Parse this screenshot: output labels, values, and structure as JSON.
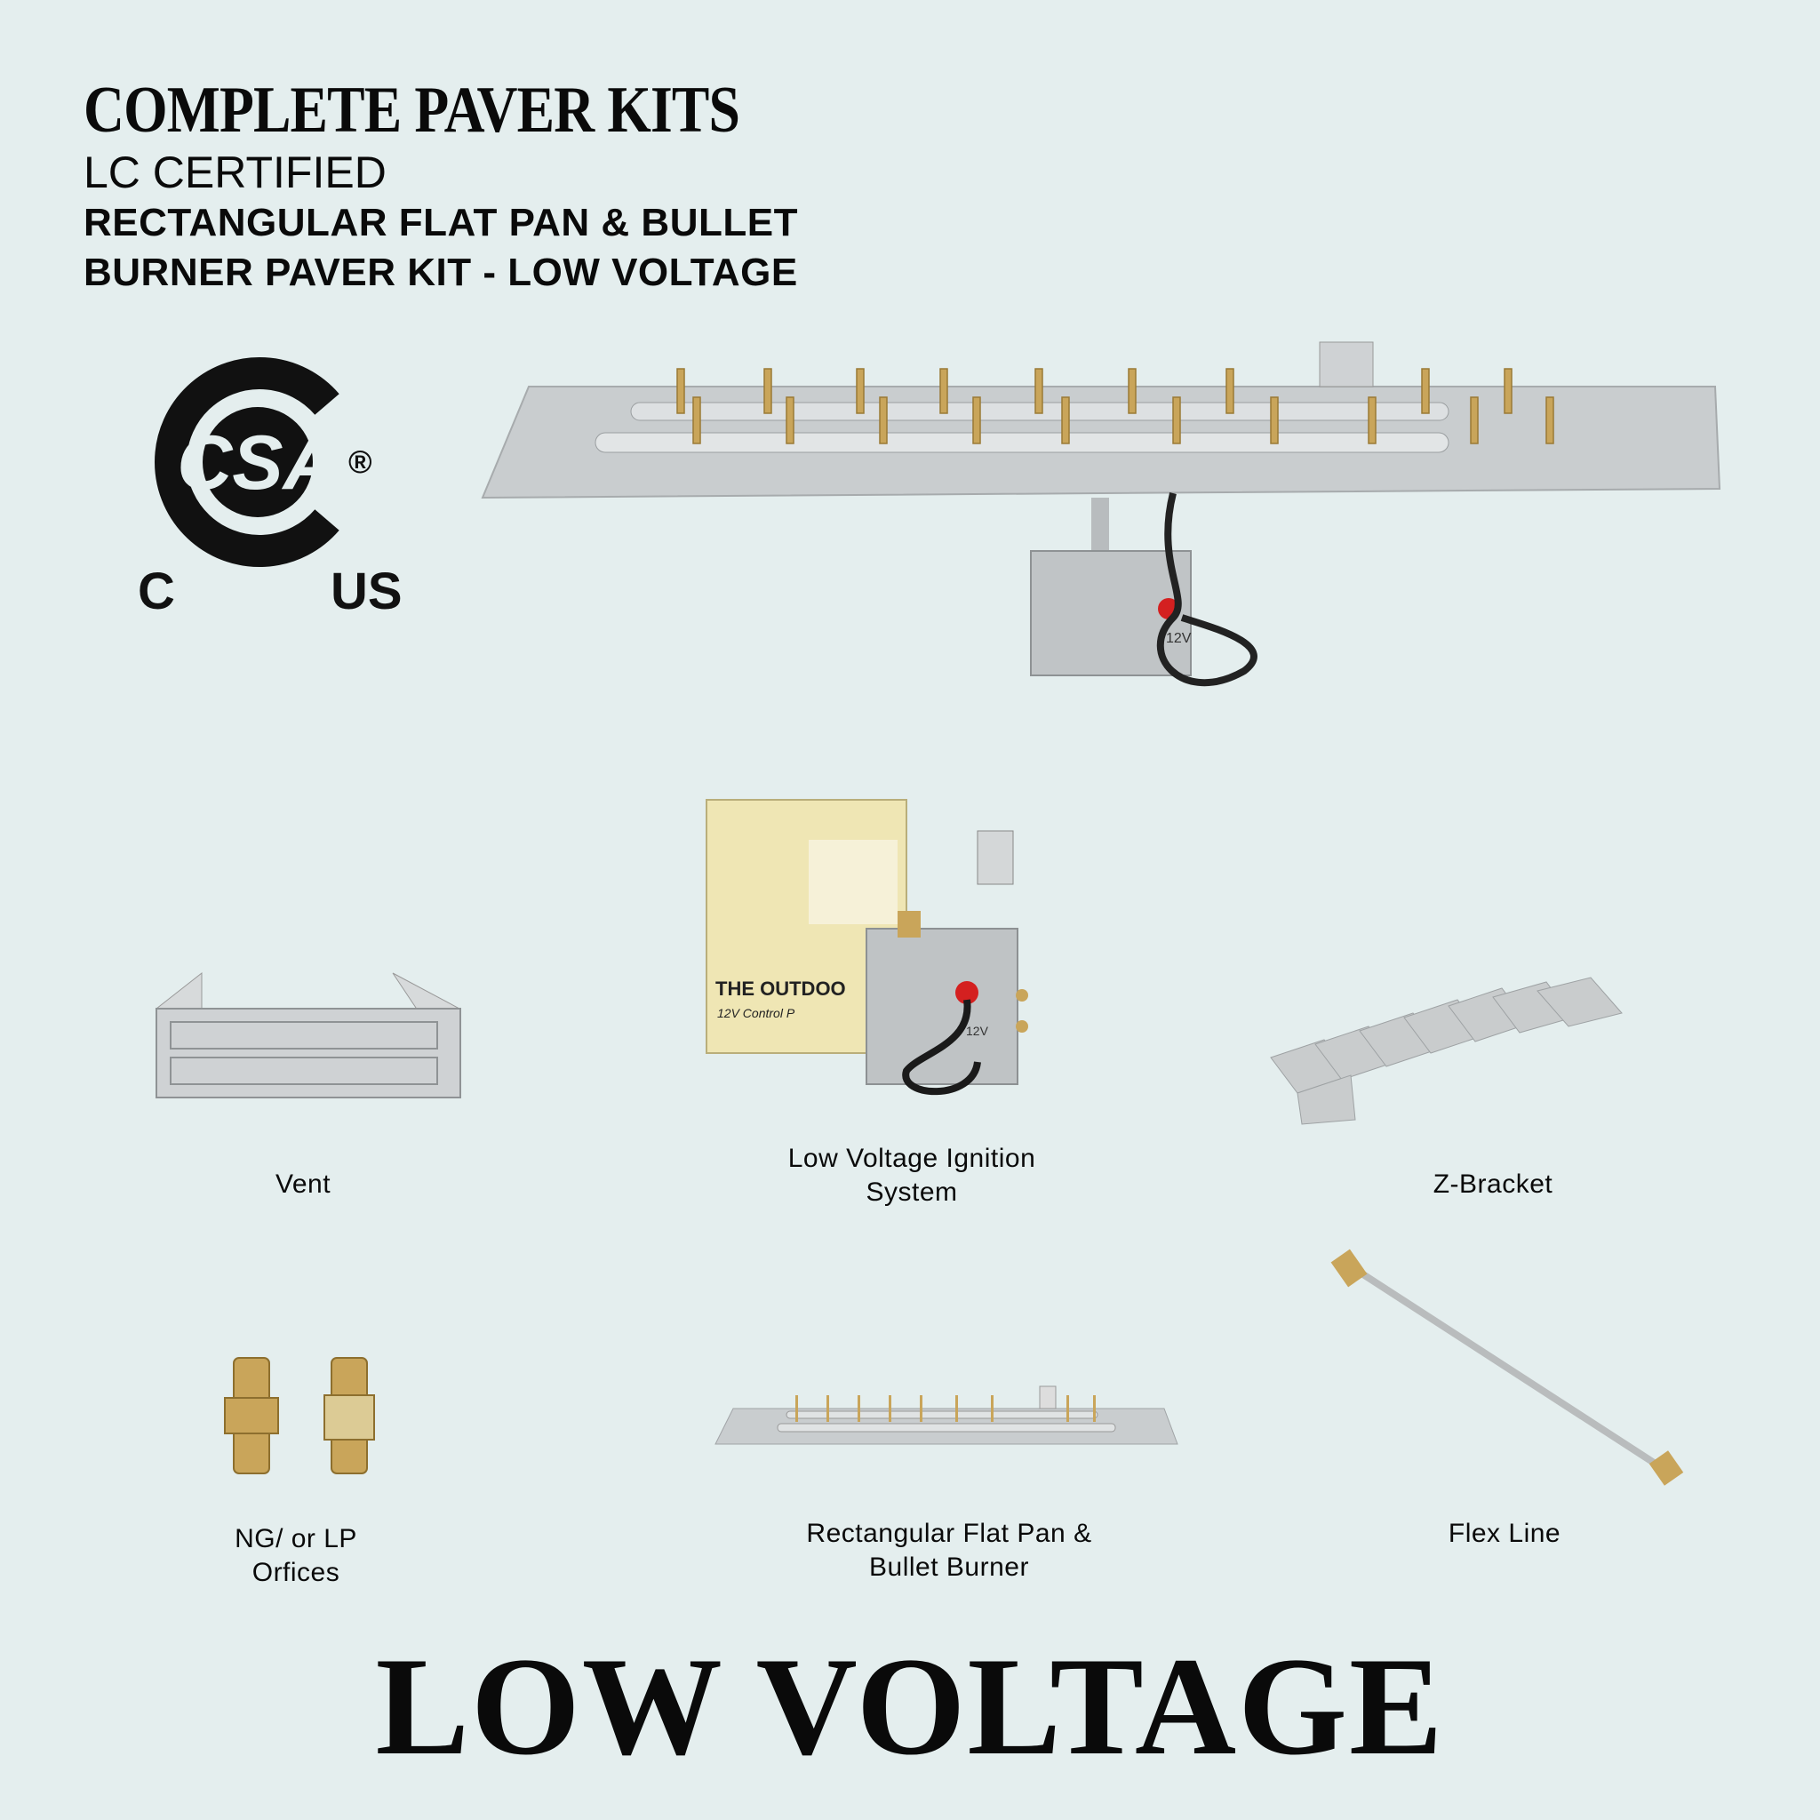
{
  "header": {
    "title": "COMPLETE PAVER KITS",
    "subtitle": "LC CERTIFIED",
    "kit_name_line1": "RECTANGULAR FLAT PAN & BULLET",
    "kit_name_line2": "BURNER PAVER KIT - LOW VOLTAGE"
  },
  "certification": {
    "logo": "CSA",
    "registered": "®",
    "left": "C",
    "right": "US"
  },
  "components": [
    {
      "label_line1": "Vent",
      "label_line2": ""
    },
    {
      "label_line1": "Low Voltage Ignition",
      "label_line2": "System"
    },
    {
      "label_line1": "Z-Bracket",
      "label_line2": ""
    },
    {
      "label_line1": "NG/ or LP",
      "label_line2": "Orfices"
    },
    {
      "label_line1": "Rectangular Flat Pan &",
      "label_line2": "Bullet Burner"
    },
    {
      "label_line1": "Flex Line",
      "label_line2": ""
    }
  ],
  "ignition_box": {
    "voltage": "12V",
    "brand": "THE OUTDOO",
    "panel": "12V Control P"
  },
  "footer": {
    "text": "LOW VOLTAGE"
  },
  "colors": {
    "background": "#e4eeee",
    "text": "#0a0a0a",
    "brass": "#c9a55a",
    "steel": "#c4c8ca",
    "red": "#d42020"
  }
}
